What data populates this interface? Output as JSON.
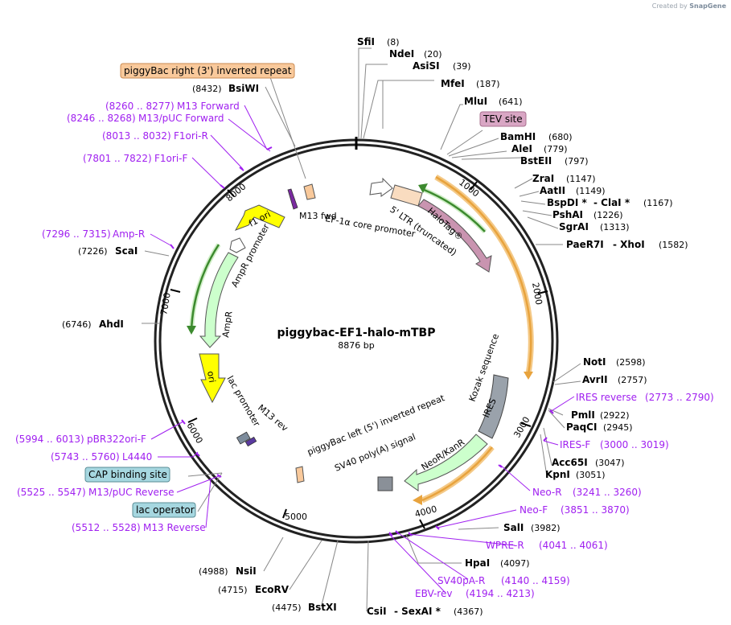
{
  "credit": {
    "prefix": "Created by",
    "brand": "SnapGene"
  },
  "plasmid": {
    "name": "piggybac-EF1-halo-mTBP",
    "size": "8876 bp"
  },
  "ticks": [
    "1000",
    "2000",
    "3000",
    "4000",
    "5000",
    "6000",
    "7000",
    "8000"
  ],
  "enzymes_right": [
    {
      "name": "SfiI",
      "pos": "(8)"
    },
    {
      "name": "NdeI",
      "pos": "(20)"
    },
    {
      "name": "AsiSI",
      "pos": "(39)"
    },
    {
      "name": "MfeI",
      "pos": "(187)"
    },
    {
      "name": "MluI",
      "pos": "(641)"
    },
    {
      "name": "BamHI",
      "pos": "(680)"
    },
    {
      "name": "AleI",
      "pos": "(779)"
    },
    {
      "name": "BstEII",
      "pos": "(797)"
    },
    {
      "name": "ZraI",
      "pos": "(1147)"
    },
    {
      "name": "AatII",
      "pos": "(1149)"
    },
    {
      "name": "BspDI *",
      "pos": "-  ClaI *",
      "pos2": "(1167)"
    },
    {
      "name": "PshAI",
      "pos": "(1226)"
    },
    {
      "name": "SgrAI",
      "pos": "(1313)"
    },
    {
      "name": "PaeR7I",
      "pos": "-  XhoI",
      "pos2": "(1582)"
    },
    {
      "name": "NotI",
      "pos": "(2598)"
    },
    {
      "name": "AvrII",
      "pos": "(2757)"
    },
    {
      "name": "PmlI",
      "pos": "(2922)"
    },
    {
      "name": "PaqCI",
      "pos": "(2945)"
    },
    {
      "name": "Acc65I",
      "pos": "(3047)"
    },
    {
      "name": "KpnI",
      "pos": "(3051)"
    },
    {
      "name": "SalI",
      "pos": "(3982)"
    },
    {
      "name": "HpaI",
      "pos": "(4097)"
    },
    {
      "name": "CsiI",
      "pos": "-  SexAI *",
      "pos2": "(4367)"
    }
  ],
  "enzymes_left": [
    {
      "name": "BsiWI",
      "pos": "(8432)"
    },
    {
      "name": "ScaI",
      "pos": "(7226)"
    },
    {
      "name": "AhdI",
      "pos": "(6746)"
    },
    {
      "name": "NsiI",
      "pos": "(4988)"
    },
    {
      "name": "EcoRV",
      "pos": "(4715)"
    },
    {
      "name": "BstXI",
      "pos": "(4475)"
    }
  ],
  "primers": [
    {
      "name": "M13 Forward",
      "range": "(8260 .. 8277)"
    },
    {
      "name": "M13/pUC Forward",
      "range": "(8246 .. 8268)"
    },
    {
      "name": "F1ori-R",
      "range": "(8013 .. 8032)"
    },
    {
      "name": "F1ori-F",
      "range": "(7801 .. 7822)"
    },
    {
      "name": "Amp-R",
      "range": "(7296 .. 7315)"
    },
    {
      "name": "pBR322ori-F",
      "range": "(5994 .. 6013)"
    },
    {
      "name": "L4440",
      "range": "(5743 .. 5760)"
    },
    {
      "name": "M13/pUC Reverse",
      "range": "(5525 .. 5547)"
    },
    {
      "name": "M13 Reverse",
      "range": "(5512 .. 5528)"
    },
    {
      "name": "IRES reverse",
      "range": "(2773 .. 2790)"
    },
    {
      "name": "IRES-F",
      "range": "(3000 .. 3019)"
    },
    {
      "name": "Neo-R",
      "range": "(3241 .. 3260)"
    },
    {
      "name": "Neo-F",
      "range": "(3851 .. 3870)"
    },
    {
      "name": "WPRE-R",
      "range": "(4041 .. 4061)"
    },
    {
      "name": "SV40pA-R",
      "range": "(4140 .. 4159)"
    },
    {
      "name": "EBV-rev",
      "range": "(4194 .. 4213)"
    }
  ],
  "boxed_features": [
    {
      "label": "piggyBac right (3') inverted repeat",
      "color": "#f9c99b"
    },
    {
      "label": "TEV site",
      "color": "#d9a6c4"
    },
    {
      "label": "CAP binding site",
      "color": "#a6d7e0"
    },
    {
      "label": "lac operator",
      "color": "#a6d7e0"
    }
  ],
  "feature_labels": {
    "m13fwd": "M13 fwd",
    "ef1a": "EF-1α core promoter",
    "ltr": "5' LTR (truncated)",
    "halotag": "HaloTag®",
    "f1ori": "f1 ori",
    "ampr_prom": "AmpR promoter",
    "ampr": "AmpR",
    "ori": "ori",
    "lac_prom": "lac promoter",
    "m13rev": "M13 rev",
    "kozak": "Kozak sequence",
    "ires": "IRES",
    "pb_left": "piggyBac left (5') inverted repeat",
    "sv40": "SV40 poly(A) signal",
    "neor": "NeoR/KanR"
  },
  "colors": {
    "primer": "#a020f0",
    "halotag": "#c994b0",
    "ltr": "#f9dcc0",
    "f1ori": "#ffff00",
    "ampr": "#ccffcc",
    "ires": "#9aa2ab",
    "orange_orf": "#e8a33d",
    "green_orf": "#3c8a2e"
  }
}
